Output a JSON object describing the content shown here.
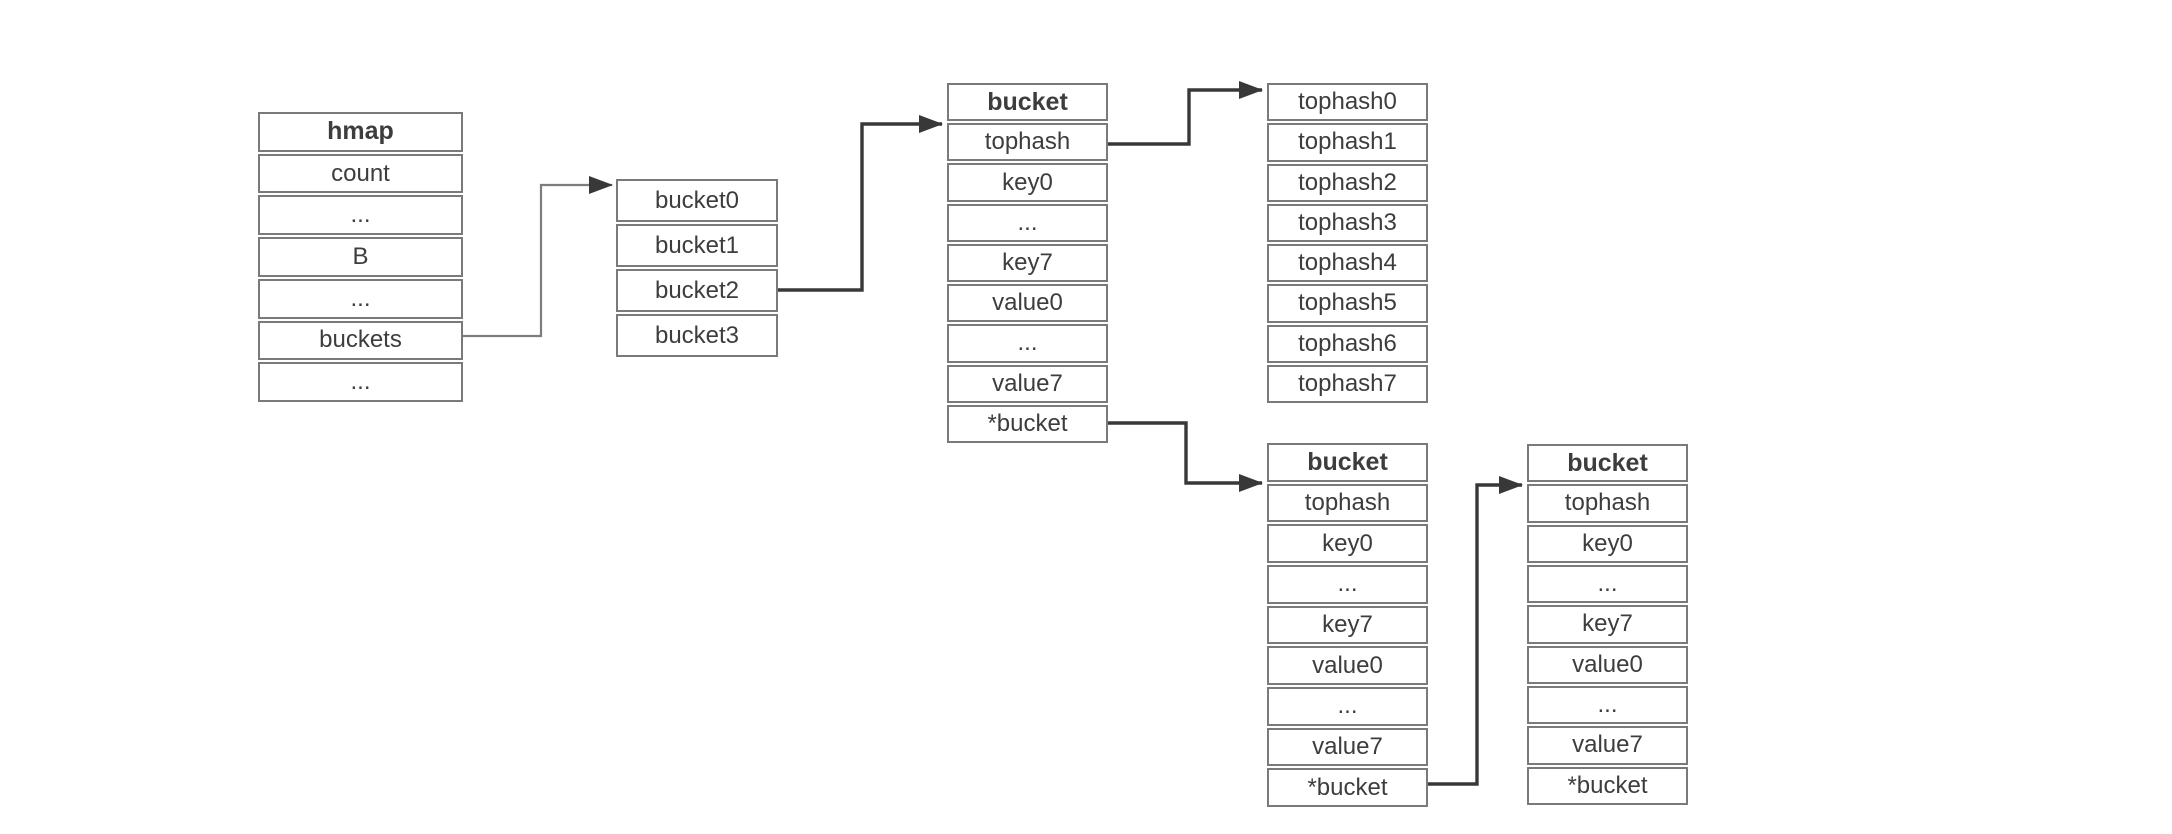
{
  "theme": {
    "background": "#ffffff",
    "box_fill": "#ffffff",
    "border_color": "#7a7a7a",
    "text_color": "#3d3d3d",
    "arrow_color": "#383838",
    "pointer_line_color": "#7d7d7d"
  },
  "boxes": {
    "hmap": {
      "title": "hmap",
      "rows": [
        "count",
        "...",
        "B",
        "...",
        "buckets",
        "..."
      ]
    },
    "bucket_array": {
      "rows": [
        "bucket0",
        "bucket1",
        "bucket2",
        "bucket3"
      ]
    },
    "bucket": {
      "title": "bucket",
      "rows": [
        "tophash",
        "key0",
        "...",
        "key7",
        "value0",
        "...",
        "value7",
        "*bucket"
      ]
    },
    "tophash_array": {
      "rows": [
        "tophash0",
        "tophash1",
        "tophash2",
        "tophash3",
        "tophash4",
        "tophash5",
        "tophash6",
        "tophash7"
      ]
    },
    "overflow_bucket1": {
      "title": "bucket",
      "rows": [
        "tophash",
        "key0",
        "...",
        "key7",
        "value0",
        "...",
        "value7",
        "*bucket"
      ]
    },
    "overflow_bucket2": {
      "title": "bucket",
      "rows": [
        "tophash",
        "key0",
        "...",
        "key7",
        "value0",
        "...",
        "value7",
        "*bucket"
      ]
    }
  },
  "edges": [
    {
      "from": "hmap.buckets",
      "to": "bucket_array"
    },
    {
      "from": "bucket_array.bucket2",
      "to": "bucket"
    },
    {
      "from": "bucket.tophash",
      "to": "tophash_array"
    },
    {
      "from": "bucket.*bucket",
      "to": "overflow_bucket1"
    },
    {
      "from": "overflow_bucket1.*bucket",
      "to": "overflow_bucket2"
    }
  ]
}
